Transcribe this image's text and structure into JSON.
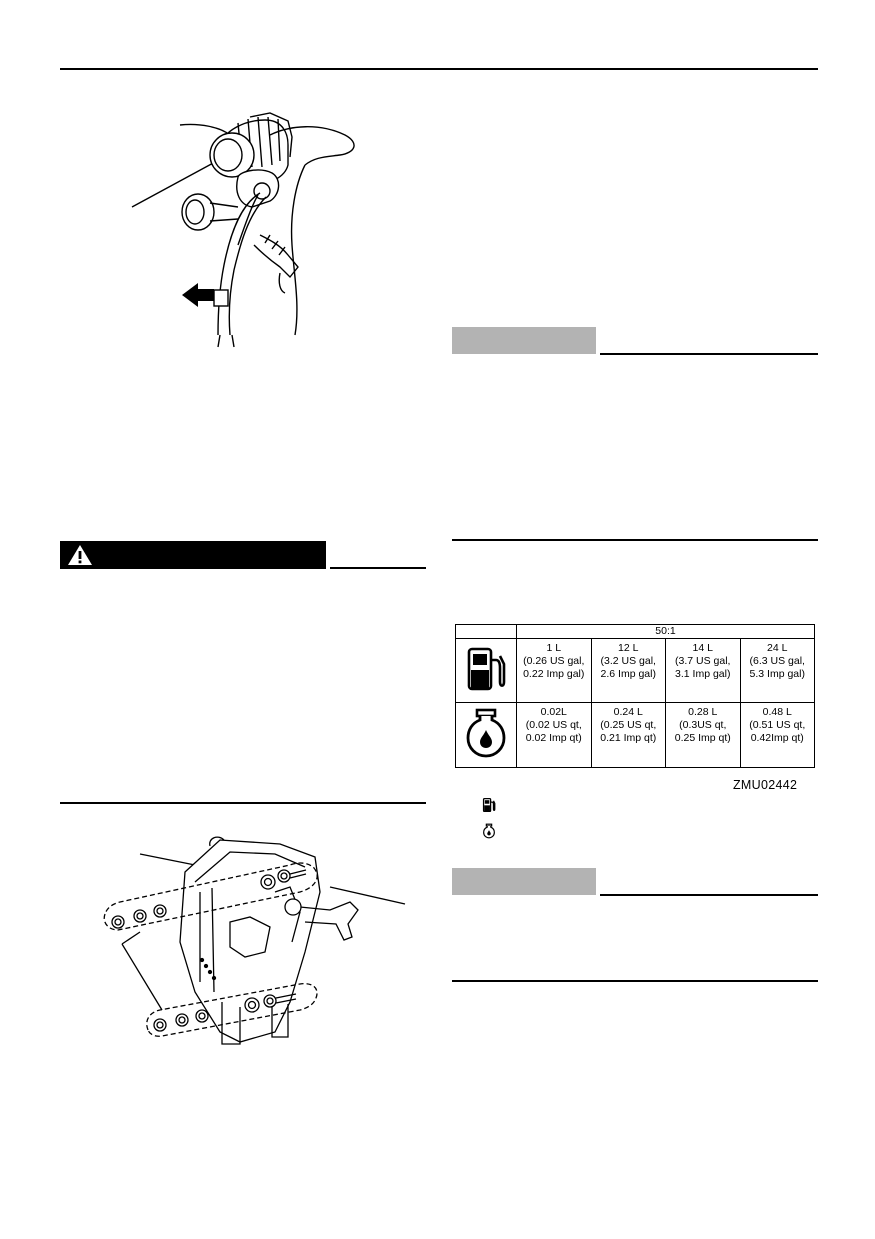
{
  "figure_warning": {
    "icon": "warning-triangle-icon"
  },
  "mix_table": {
    "header": "50:1",
    "fuel_icon": "fuel-pump-icon",
    "oil_icon": "oil-can-icon",
    "fuel_row": [
      {
        "amount": "1 L",
        "line1": "(0.26 US gal,",
        "line2": "0.22 Imp gal)"
      },
      {
        "amount": "12 L",
        "line1": "(3.2 US gal,",
        "line2": "2.6 Imp gal)"
      },
      {
        "amount": "14 L",
        "line1": "(3.7 US gal,",
        "line2": "3.1 Imp gal)"
      },
      {
        "amount": "24 L",
        "line1": "(6.3 US gal,",
        "line2": "5.3 Imp gal)"
      }
    ],
    "oil_row": [
      {
        "amount": "0.02L",
        "line1": "(0.02 US qt,",
        "line2": "0.02 Imp qt)"
      },
      {
        "amount": "0.24 L",
        "line1": "(0.25 US qt,",
        "line2": "0.21 Imp qt)"
      },
      {
        "amount": "0.28 L",
        "line1": "(0.3US qt,",
        "line2": "0.25 Imp qt)"
      },
      {
        "amount": "0.48 L",
        "line1": "(0.51 US qt,",
        "line2": "0.42Imp qt)"
      }
    ],
    "code": "ZMU02442"
  },
  "legend": {
    "fuel_icon": "fuel-pump-icon",
    "oil_icon": "oil-can-icon"
  }
}
